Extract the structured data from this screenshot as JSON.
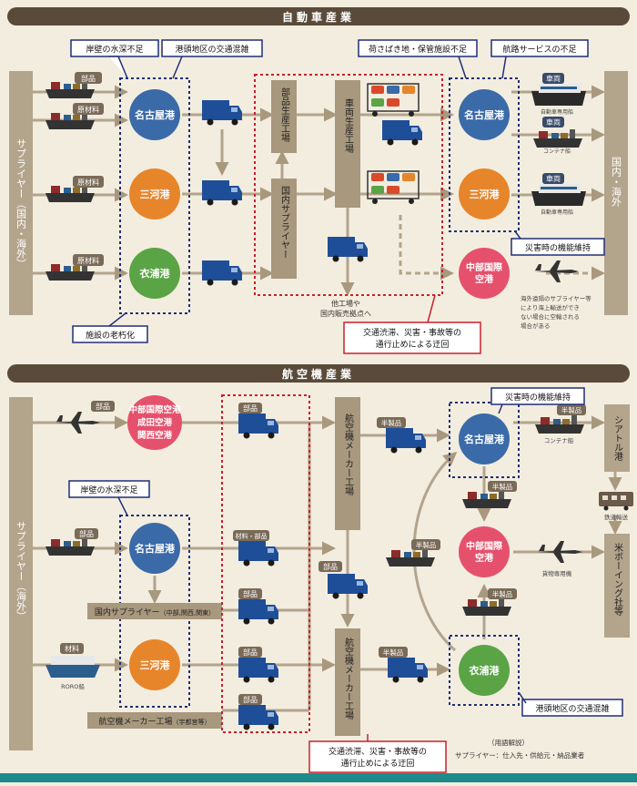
{
  "colors": {
    "background": "#f3eddf",
    "header": "#5a4a3a",
    "flow": "#b3a48c",
    "port_blue": "#3a6aa8",
    "port_orange": "#e7852b",
    "port_green": "#5aa446",
    "port_pink": "#e5516c",
    "truck": "#1f4e99",
    "dashed_red": "#c8202e",
    "dashed_navy": "#1f2f78"
  },
  "auto": {
    "title": "自動車産業",
    "supplier_label": "サプライヤー（国内・海外）",
    "cargo_parts": "部品",
    "cargo_raw1": "原材料",
    "cargo_raw2": "原材料",
    "port_nagoya": "名古屋港",
    "port_mikawa": "三河港",
    "port_kinuura": "衣浦港",
    "plant_parts": "部品生産工場",
    "plant_supplier": "国内サプライヤー",
    "plant_vehicle": "車両生産工場",
    "other_plants": "他工場や国内販売拠点へ",
    "right_nagoya": "名古屋港",
    "right_mikawa": "三河港",
    "airport": "中部国際空港",
    "ship_car1_tag": "車両",
    "ship_car1_caption": "自動車専用船",
    "ship_container_tag": "車両",
    "ship_container_caption": "コンテナ船",
    "ship_car2_tag": "車両",
    "ship_car2_caption": "自動車専用船",
    "destination": "国内・海外",
    "air_note": "海外遠隔のサプライヤー等により海上輸送ができない場合に空輸される場合がある",
    "callout_depth": "岸壁の水深不足",
    "callout_congestion": "港頭地区の交通混雑",
    "callout_yard": "荷さばき地・保管施設不足",
    "callout_route": "航路サービスの不足",
    "callout_aging": "施設の老朽化",
    "callout_disaster": "災害時の機能維持",
    "callout_detour": "交通渋滞、災害・事故等の通行止めによる迂回"
  },
  "aero": {
    "title": "航空機産業",
    "supplier_label": "サプライヤー（海外）",
    "air_parts": "部品",
    "airports_label": "中部国際空港成田空港関西空港",
    "callout_depth": "岸壁の水深不足",
    "port_nagoya": "名古屋港",
    "cargo_parts": "部品",
    "domestic_supplier": "国内サプライヤー",
    "domestic_supplier_sub": "（中部,関西,関東）",
    "roro_tag": "材料",
    "roro_caption": "RORO船",
    "port_mikawa": "三河港",
    "maker_plant_bottom": "航空機メーカー工場",
    "maker_plant_bottom_sub": "（宇都宮等）",
    "truck_mats": "材料・部品",
    "truck_parts1": "部品",
    "truck_parts2": "部品",
    "truck_parts3": "部品",
    "truck_parts4": "部品",
    "truck_parts_mid": "部品",
    "plant_upper": "航空機メーカー工場",
    "plant_lower": "航空機メーカー工場",
    "half1": "半製品",
    "half2": "半製品",
    "half3": "半製品",
    "half4": "半製品",
    "half5": "半製品",
    "half6": "半製品",
    "right_nagoya": "名古屋港",
    "airport": "中部国際空港",
    "right_kinuura": "衣浦港",
    "seattle": "シアトル港",
    "boeing": "米ボーイング社等",
    "container_caption": "コンテナ船",
    "rail_caption": "鉄道輸送",
    "freighter_caption": "貨物専用機",
    "callout_disaster": "災害時の機能維持",
    "callout_detour": "交通渋滞、災害・事故等の通行止めによる迂回",
    "callout_congestion": "港頭地区の交通混雑"
  },
  "legend": {
    "title": "（用語解説）",
    "body": "サプライヤー：仕入先・供給元・納品業者"
  }
}
